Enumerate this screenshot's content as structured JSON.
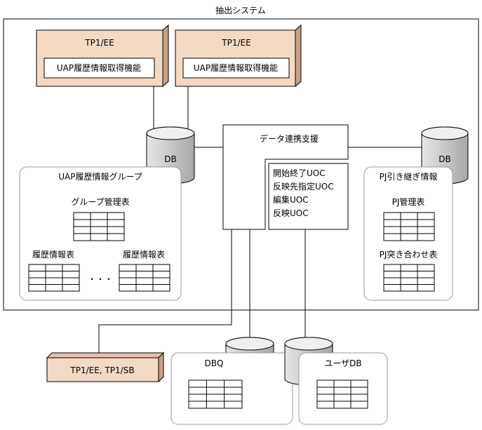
{
  "system": {
    "title": "抽出システム"
  },
  "tp1_boxes": [
    {
      "title": "TP1/EE",
      "function_label": "UAP履歴情報取得機能"
    },
    {
      "title": "TP1/EE",
      "function_label": "UAP履歴情報取得機能"
    }
  ],
  "db_left": {
    "label": "DB"
  },
  "db_right": {
    "label": "DB"
  },
  "data_link": {
    "label": "データ連携支援"
  },
  "uoc_box": {
    "lines": [
      "開始終了UOC",
      "反映先指定UOC",
      "編集UOC",
      "反映UOC"
    ]
  },
  "uap_group": {
    "title": "UAP履歴情報グループ",
    "group_table_label": "グループ管理表",
    "history_table_label_1": "履歴情報表",
    "history_table_label_2": "履歴情報表",
    "ellipsis": "・・・"
  },
  "pj_group": {
    "title": "PJ引き継ぎ情報",
    "mgmt_table_label": "PJ管理表",
    "match_table_label": "PJ突き合わせ表"
  },
  "tp1_sb_box": {
    "label": "TP1/EE, TP1/SB"
  },
  "dbq": {
    "label": "DBQ"
  },
  "user_db": {
    "label": "ユーザDB"
  }
}
